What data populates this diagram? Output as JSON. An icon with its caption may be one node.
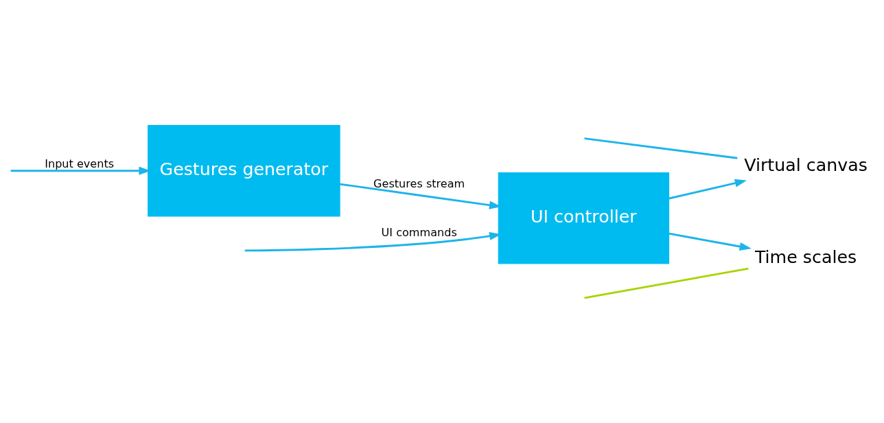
{
  "diagram": {
    "nodes": [
      {
        "text": [
          "Time scales"
        ]
      },
      {
        "text": [
          "Gestures generator"
        ]
      },
      {
        "text": [
          "UI controller"
        ]
      },
      {
        "text": [
          "Virtual canvas"
        ]
      }
    ],
    "edges": [
      {
        "from": null,
        "to": 0,
        "arrow": "none",
        "color": "#a8d400"
      },
      {
        "from": null,
        "to": 1,
        "arrow": "to",
        "label": "Input events"
      },
      {
        "from": 1,
        "to": 2,
        "arrow": "to",
        "label": "Gestures stream"
      },
      {
        "from": null,
        "to": 2,
        "arrow": "to",
        "label": "UI commands"
      },
      {
        "from": 2,
        "to": 0,
        "arrow": "to"
      },
      {
        "from": 2,
        "to": 3,
        "arrow": "to"
      },
      {
        "from": null,
        "to": 3,
        "arrow": "none"
      }
    ]
  }
}
